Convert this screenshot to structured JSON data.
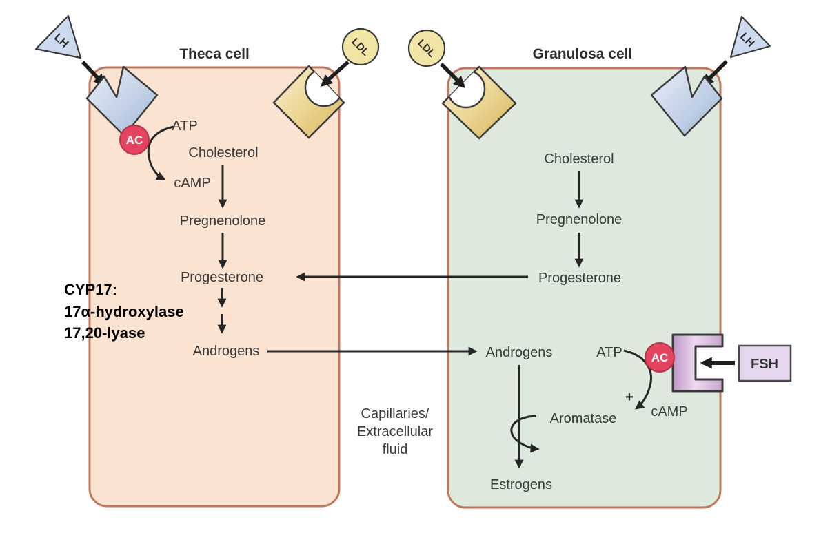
{
  "theca": {
    "title": "Theca cell",
    "atp": "ATP",
    "camp": "cAMP",
    "cholesterol": "Cholesterol",
    "pregnenolone": "Pregnenolone",
    "progesterone": "Progesterone",
    "androgens": "Androgens",
    "ac_badge": "AC"
  },
  "granulosa": {
    "title": "Granulosa cell",
    "cholesterol": "Cholesterol",
    "pregnenolone": "Pregnenolone",
    "progesterone": "Progesterone",
    "androgens": "Androgens",
    "atp": "ATP",
    "camp": "cAMP",
    "plus": "+",
    "aromatase": "Aromatase",
    "estrogens": "Estrogens",
    "ac_badge": "AC"
  },
  "ligands": {
    "lh_left": "LH",
    "ldl_left": "LDL",
    "ldl_right": "LDL",
    "lh_right": "LH",
    "fsh": "FSH"
  },
  "cyp17_note": {
    "line1": "CYP17:",
    "line2": "17α-hydroxylase",
    "line3": "17,20-lyase"
  },
  "between_cells": {
    "line1": "Capillaries/",
    "line2": "Extracellular",
    "line3": "fluid"
  },
  "colors": {
    "theca_fill": "#fbe3d1",
    "granulosa_fill": "#dde9dd",
    "cell_border": "#c4765a",
    "ac_fill": "#e5435e",
    "ldl_fill": "#f1e5a4",
    "lh_fill": "#ccd9ee",
    "fsh_fill": "#e6d6ed",
    "arrow": "#262626",
    "label": "#3a3a3a"
  }
}
